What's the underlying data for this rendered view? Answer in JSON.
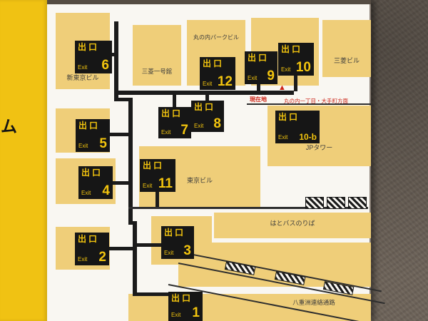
{
  "sign": {
    "edge_text": "ム"
  },
  "map": {
    "exits": [
      {
        "kanji": "出口",
        "en": "Exit",
        "num": "6"
      },
      {
        "kanji": "出口",
        "en": "Exit",
        "num": "12"
      },
      {
        "kanji": "出口",
        "en": "Exit",
        "num": "9"
      },
      {
        "kanji": "出口",
        "en": "Exit",
        "num": "10"
      },
      {
        "kanji": "出口",
        "en": "Exit",
        "num": "5"
      },
      {
        "kanji": "出口",
        "en": "Exit",
        "num": "7"
      },
      {
        "kanji": "出口",
        "en": "Exit",
        "num": "8"
      },
      {
        "kanji": "出口",
        "en": "Exit",
        "num": "10-b"
      },
      {
        "kanji": "出口",
        "en": "Exit",
        "num": "4"
      },
      {
        "kanji": "出口",
        "en": "Exit",
        "num": "11"
      },
      {
        "kanji": "出口",
        "en": "Exit",
        "num": "2"
      },
      {
        "kanji": "出口",
        "en": "Exit",
        "num": "3"
      },
      {
        "kanji": "出口",
        "en": "Exit",
        "num": "1"
      }
    ],
    "labels": [
      "丸の内パークビル",
      "新東京ビル",
      "三菱一号館",
      "三菱ビル",
      "JPタワー",
      "東京ビル",
      "はとバスのりば",
      "八重洲連絡通路"
    ],
    "markers": {
      "current_location": "現在地",
      "marker_glyph": "▲",
      "direction": "丸の内一丁目・大手町方面"
    },
    "colors": {
      "sign_yellow": "#f0c213",
      "building_yellow": "#efce79",
      "road_white": "#f9f7f2",
      "exit_box_black": "#161616",
      "exit_text_yellow": "#f2c40e",
      "marker_red": "#cc2418",
      "wall_brown": "#6d6359"
    }
  }
}
